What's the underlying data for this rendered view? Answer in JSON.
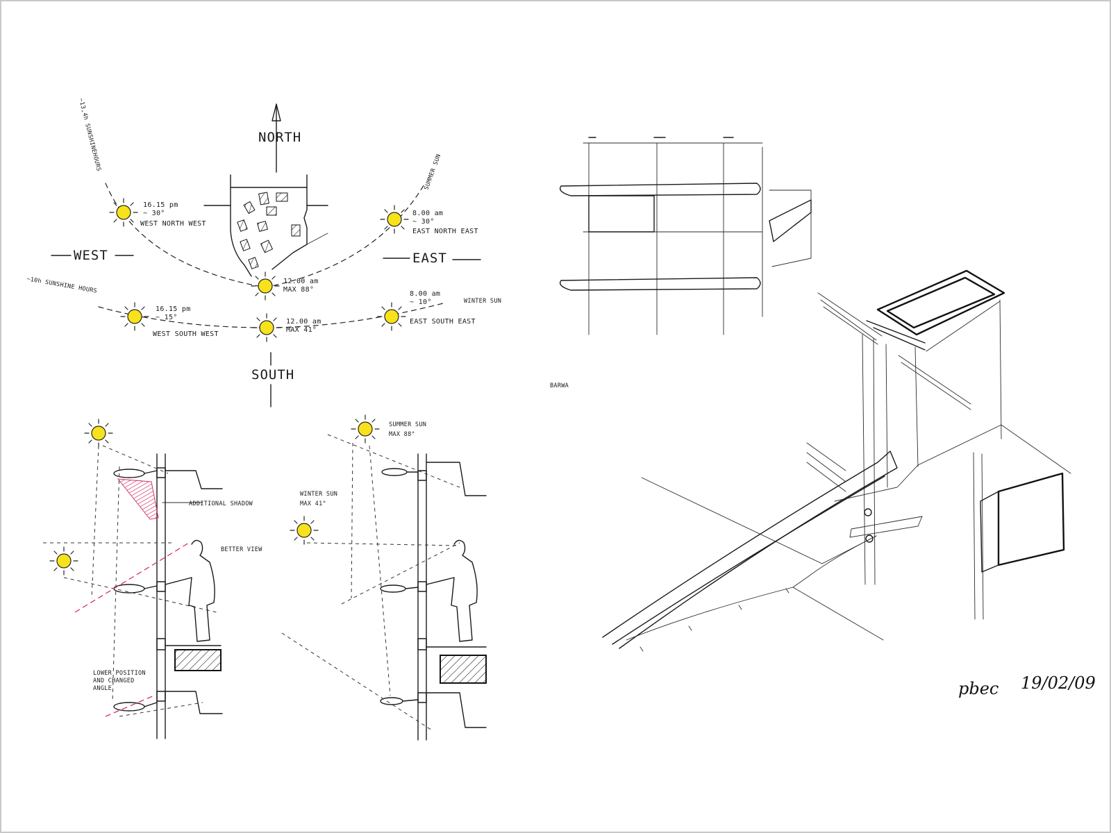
{
  "compass": {
    "north": "NORTH",
    "south": "SOUTH",
    "east": "EAST",
    "west": "WEST",
    "max_sunshine": "~13,4h SUNSHINEHOURS",
    "min_sunshine": "~10h SUNSHINE HOURS",
    "summer_sun": "SUMMER SUN",
    "winter_sun": "WINTER SUN"
  },
  "suns": {
    "summer_west_time": "16.15 pm",
    "summer_west_angle": "~ 30°",
    "summer_west_dir": "WEST NORTH WEST",
    "summer_east_time": "8.00 am",
    "summer_east_angle": "~ 30°",
    "summer_east_dir": "EAST NORTH EAST",
    "summer_noon_time": "12.00 am",
    "summer_noon_angle": "MAX 88°",
    "winter_west_time": "16.15 pm",
    "winter_west_angle": "~ 15°",
    "winter_west_dir": "WEST SOUTH WEST",
    "winter_noon_time": "12.00 am",
    "winter_noon_angle": "MAX 41°",
    "winter_east_time": "8.00 am",
    "winter_east_angle": "~ 10°",
    "winter_east_dir": "EAST SOUTH EAST"
  },
  "section_left": {
    "additional_shadow": "ADDITIONAL SHADOW",
    "better_view": "BETTER VIEW",
    "lower_position": "LOWER POSITION",
    "and_changed": "AND CHANGED",
    "angle": "ANGLE"
  },
  "section_right": {
    "summer_sun": "SUMMER SUN",
    "summer_max": "MAX 88°",
    "winter_sun": "WINTER SUN",
    "winter_max": "MAX 41°"
  },
  "facade_label": "BARWA",
  "signature": "pbec",
  "date": "19/02/09",
  "colors": {
    "sun": "#f7e21b",
    "shadow_hatch": "#d4336b",
    "ink": "#1a1a1a"
  }
}
